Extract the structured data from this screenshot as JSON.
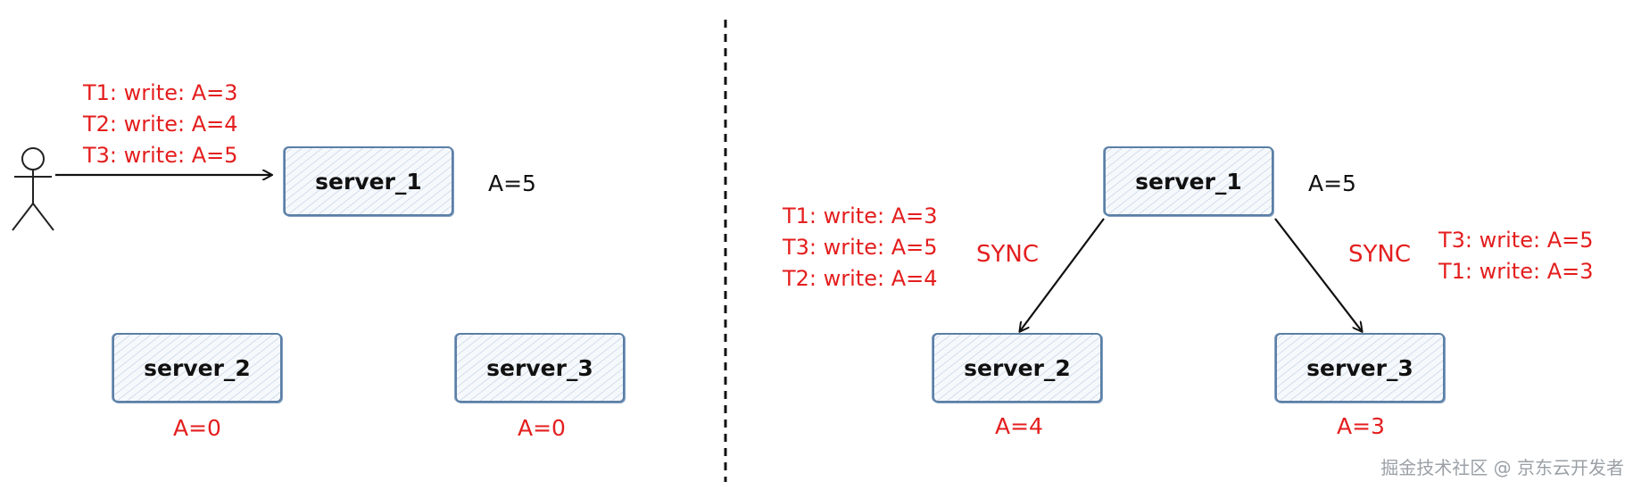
{
  "left_panel": {
    "client_ops": [
      "T1: write: A=3",
      "T2: write: A=4",
      "T3: write: A=5"
    ],
    "servers": [
      {
        "name": "server_1",
        "value": "A=5"
      },
      {
        "name": "server_2",
        "value": "A=0"
      },
      {
        "name": "server_3",
        "value": "A=0"
      }
    ]
  },
  "right_panel": {
    "servers": [
      {
        "name": "server_1",
        "value": "A=5"
      },
      {
        "name": "server_2",
        "value": "A=4"
      },
      {
        "name": "server_3",
        "value": "A=3"
      }
    ],
    "sync_labels": [
      "SYNC",
      "SYNC"
    ],
    "server_2_ops": [
      "T1: write: A=3",
      "T3: write: A=5",
      "T2: write: A=4"
    ],
    "server_3_ops": [
      "T3: write: A=5",
      "T1: write: A=3"
    ]
  },
  "watermark": "掘金技术社区 @ 京东云开发者",
  "colors": {
    "text_red": "#e41e1e",
    "box_border": "#5b7fa6",
    "arrow": "#111111"
  }
}
